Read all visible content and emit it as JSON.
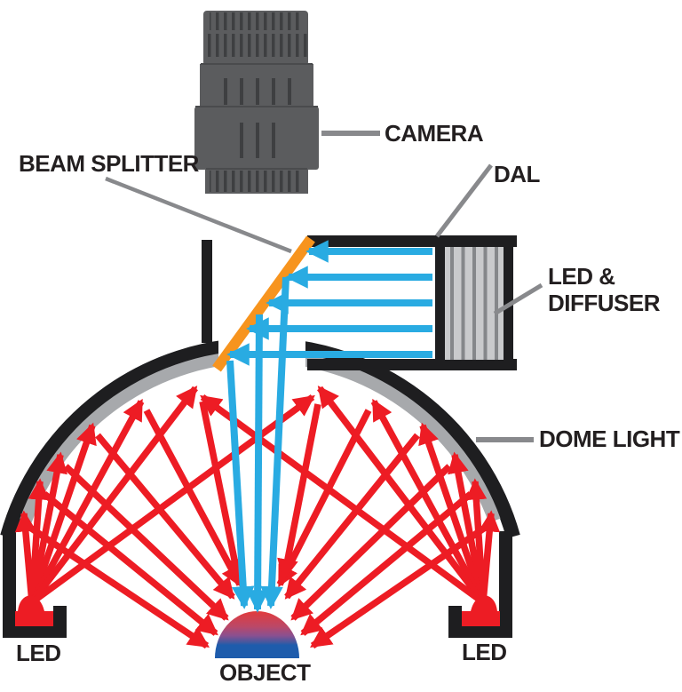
{
  "title": "Dome light with diffuse axial light (DAL) diagram",
  "labels": {
    "beam_splitter": "BEAM SPLITTER",
    "camera": "CAMERA",
    "dal": "DAL",
    "led_diffuser_line1": "LED &",
    "led_diffuser_line2": "DIFFUSER",
    "dome_light": "DOME LIGHT",
    "led_left": "LED",
    "led_right": "LED",
    "object": "OBJECT"
  },
  "colors": {
    "red": "#ED1C24",
    "blue": "#29ABE2",
    "orange": "#F7941E",
    "ink": "#231F20",
    "structure_black": "#1E1E20",
    "dome_gray": "#A7A9AC",
    "pointer_gray": "#88898C",
    "camera_gray": "#5B5C5E",
    "camera_rib": "#3E3F41",
    "diffuser_bg": "#C9CACC",
    "diffuser_stripe": "#85878A"
  },
  "object_gradient": [
    [
      "0%",
      "#E33B3C"
    ],
    [
      "33%",
      "#BA4868"
    ],
    [
      "52%",
      "#8A5090"
    ],
    [
      "66%",
      "#45589F"
    ],
    [
      "72%",
      "#1E5CAC"
    ],
    [
      "100%",
      "#1E5CAC"
    ]
  ],
  "rays": {
    "red": [
      [
        36,
        678,
        27,
        578
      ],
      [
        36,
        678,
        45,
        542
      ],
      [
        36,
        678,
        68,
        512
      ],
      [
        36,
        678,
        104,
        479
      ],
      [
        36,
        678,
        159,
        452
      ],
      [
        36,
        678,
        220,
        437
      ],
      [
        36,
        678,
        352,
        447
      ],
      [
        31,
        592,
        233,
        727
      ],
      [
        50,
        556,
        243,
        713
      ],
      [
        74,
        525,
        255,
        696
      ],
      [
        110,
        490,
        262,
        672
      ],
      [
        165,
        462,
        270,
        658
      ],
      [
        228,
        452,
        268,
        650
      ],
      [
        544,
        678,
        553,
        578
      ],
      [
        544,
        678,
        535,
        542
      ],
      [
        544,
        678,
        512,
        512
      ],
      [
        544,
        678,
        476,
        479
      ],
      [
        544,
        678,
        421,
        452
      ],
      [
        544,
        678,
        360,
        437
      ],
      [
        544,
        678,
        228,
        447
      ],
      [
        549,
        592,
        352,
        727
      ],
      [
        530,
        556,
        341,
        713
      ],
      [
        506,
        525,
        330,
        696
      ],
      [
        470,
        490,
        323,
        672
      ],
      [
        415,
        462,
        315,
        658
      ],
      [
        358,
        455,
        320,
        650
      ]
    ],
    "blue_horizontal": [
      [
        487,
        283,
        348,
        283
      ],
      [
        487,
        312,
        325,
        312
      ],
      [
        487,
        341,
        303,
        341
      ],
      [
        487,
        370,
        281,
        370
      ],
      [
        487,
        399,
        259,
        399
      ]
    ],
    "blue_vertical": [
      [
        259,
        406,
        275,
        682
      ],
      [
        292,
        354,
        290,
        686
      ],
      [
        322,
        312,
        305,
        682
      ]
    ]
  }
}
